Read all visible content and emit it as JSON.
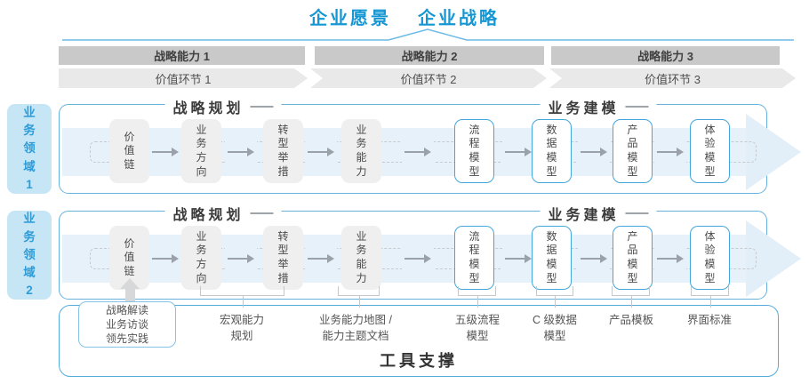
{
  "title": {
    "vision": "企业愿景",
    "strategy": "企业战略"
  },
  "capabilities": [
    "战略能力 1",
    "战略能力 2",
    "战略能力 3"
  ],
  "value_links": [
    "价值环节 1",
    "价值环节 2",
    "价值环节 3"
  ],
  "domains": [
    "业务领域 1",
    "业务领域 2"
  ],
  "sections": {
    "planning": "战略规划",
    "modeling": "业务建模"
  },
  "boxes": {
    "gray": [
      "价值链",
      "业务方向",
      "转型举措",
      "业务能力"
    ],
    "blue": [
      "流程模型",
      "数据模型",
      "产品模型",
      "体验模型"
    ]
  },
  "annotations": {
    "interview": "战略解读\n业务访谈\n领先实践",
    "items": [
      "宏观能力\n规划",
      "业务能力地图 /\n能力主题文档",
      "五级流程\n模型",
      "C 级数据\n模型",
      "产品模板",
      "界面标准"
    ]
  },
  "footer": "工具支撑",
  "colors": {
    "accent_blue": "#1697D3",
    "container_border": "#66B2DD",
    "band_fill": "#E6F1FA",
    "bar_gray": "#C9C9C9",
    "chevron_gray": "#E9E9E9",
    "box_gray": "#EFEFEF",
    "blue_box_border": "#44A7DB"
  }
}
